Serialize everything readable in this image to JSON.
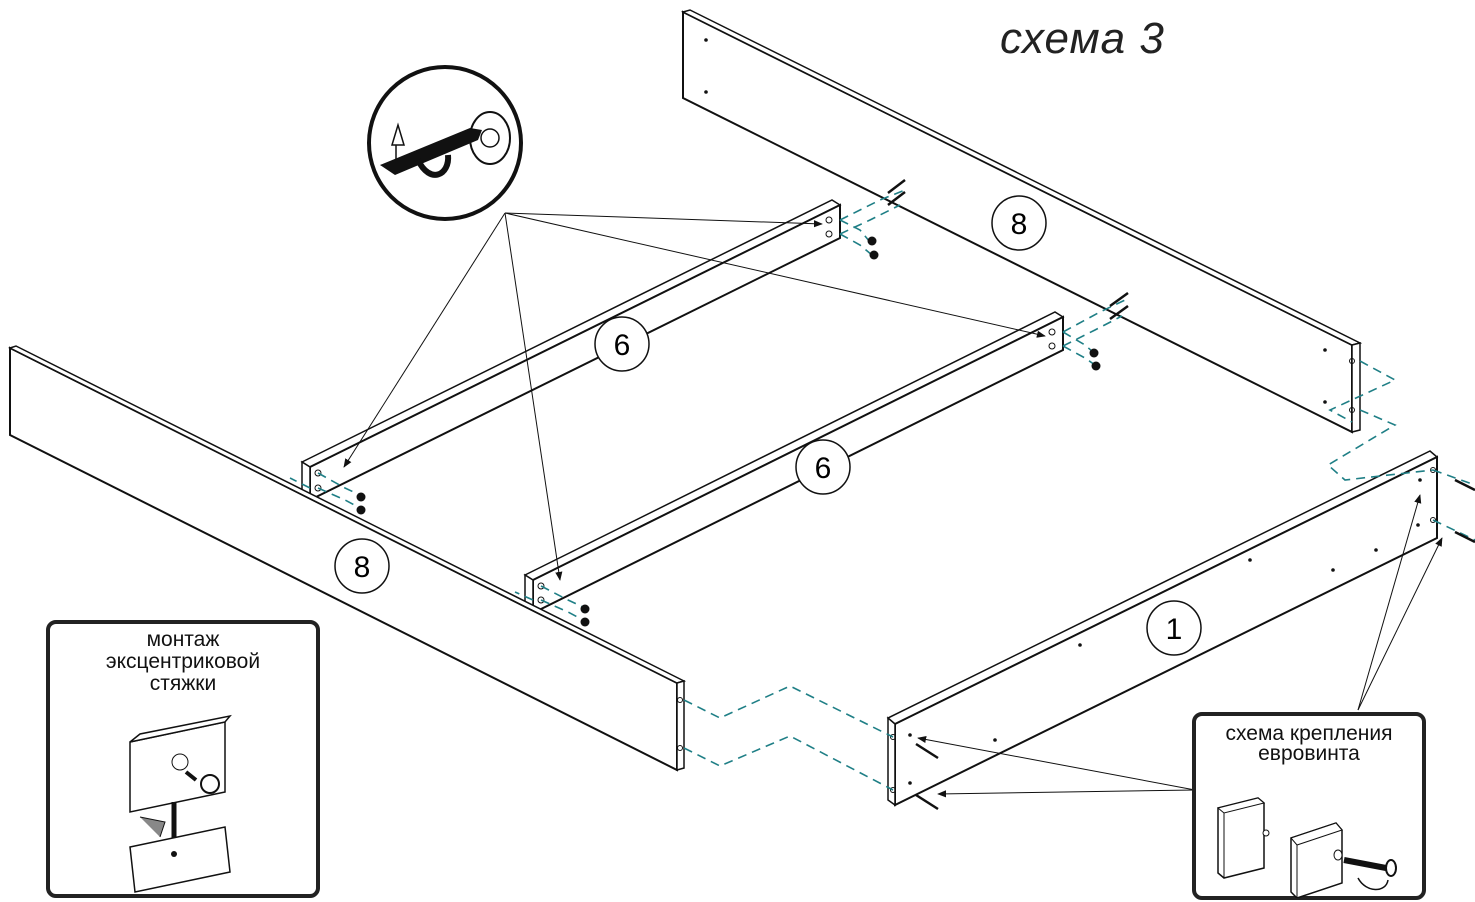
{
  "title": "схема 3",
  "parts": {
    "p8_top": "8",
    "p6_left": "6",
    "p6_mid": "6",
    "p8_left": "8",
    "p1": "1"
  },
  "insets": {
    "eccentric": {
      "line1": "монтаж",
      "line2": "эксцентриковой",
      "line3": "стяжки"
    },
    "eurovint": {
      "line1": "схема крепления",
      "line2": "евровинта"
    }
  },
  "colors": {
    "guide": "#1f7f86",
    "stroke": "#111111",
    "edge": "#e8e8e8"
  }
}
